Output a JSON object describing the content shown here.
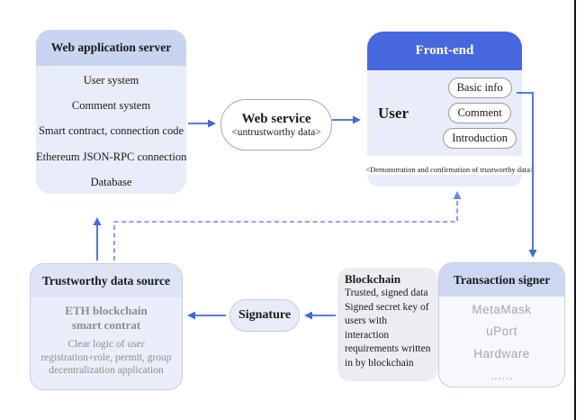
{
  "colors": {
    "frontend_header": "#4767de",
    "panel_header": "#c9d4f0",
    "panel_body": "#e9edf9",
    "signer_header": "#ccd7f2",
    "signer_body": "#f7f8fc",
    "blockchain_panel": "#ecedf2",
    "trustworthy_header": "#dde4f5",
    "trustworthy_body": "#eaeefa",
    "signature_fill": "#e7ecf8",
    "arrow_solid": "#3e6ae8",
    "arrow_dashed": "#6389f0",
    "muted_text": "#8d8d8d",
    "signer_item_text": "#a3a7ad"
  },
  "web_app_server": {
    "title": "Web application server",
    "items": [
      "User system",
      "Comment system",
      "Smart contract, connection code",
      "Ethereum JSON-RPC connection",
      "Database"
    ]
  },
  "web_service": {
    "title": "Web service",
    "subtitle": "<untrustworthy data>"
  },
  "front_end": {
    "title": "Front-end",
    "user_label": "User",
    "buttons": [
      "Basic info",
      "Comment",
      "Introduction"
    ],
    "caption": "<Demonstration and confirmation of trustworthy data>"
  },
  "transaction_signer": {
    "title": "Transaction signer",
    "items": [
      "MetaMask",
      "uPort",
      "Hardware",
      "......"
    ]
  },
  "blockchain": {
    "title": "Blockchain",
    "lines": [
      "Trusted, signed data",
      "Signed secret key of",
      "users with",
      "interaction",
      "requirements written",
      "in by blockchain"
    ]
  },
  "signature": {
    "label": "Signature"
  },
  "trustworthy_source": {
    "title": "Trustworthy data source",
    "subtitle_lines": [
      "ETH blockchain",
      "smart contrat"
    ],
    "description_lines": [
      "Clear logic of user",
      "registration+role, permit, group",
      "decentralization application"
    ]
  }
}
